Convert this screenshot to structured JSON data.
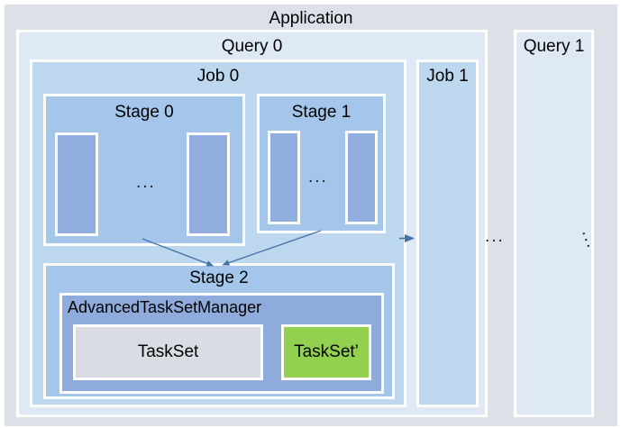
{
  "diagram": {
    "title": "Application",
    "application": {
      "label": "Application",
      "bg": "#dce0e8"
    },
    "queries": [
      {
        "label": "Query 0",
        "bg": "#dfe9f6"
      },
      {
        "label": "Query 1",
        "bg": "#dfe9f6"
      }
    ],
    "jobs": [
      {
        "label": "Job 0",
        "bg": "#bdd7ef"
      },
      {
        "label": "Job 1",
        "bg": "#bdd7ef"
      }
    ],
    "stages": [
      {
        "label": "Stage 0",
        "bg": "#a3c6ea",
        "task_color": "#92aede",
        "tasks_shown": 2,
        "ellipsis": "..."
      },
      {
        "label": "Stage 1",
        "bg": "#a3c6ea",
        "task_color": "#92aede",
        "tasks_shown": 2,
        "ellipsis": "..."
      },
      {
        "label": "Stage 2",
        "bg": "#a3c6ea"
      }
    ],
    "manager": {
      "label": "AdvancedTaskSetManager",
      "bg": "#8fabdc",
      "tasksets": [
        {
          "label": "TaskSet",
          "bg": "#d9dce3",
          "highlight": false
        },
        {
          "label": "TaskSet’",
          "bg": "#92d050",
          "highlight": true
        }
      ]
    },
    "ellipses": {
      "stage0": "...",
      "stage1": "...",
      "job_more": "...",
      "query_more": "..."
    },
    "arrows": {
      "color": "#4472a8",
      "items": [
        {
          "name": "stage0-to-stage2",
          "from": "Stage 0",
          "to": "Stage 2"
        },
        {
          "name": "stage1-to-stage2",
          "from": "Stage 1",
          "to": "Stage 2"
        },
        {
          "name": "job0-to-job1",
          "from": "Job 0",
          "to": "Job 1"
        }
      ]
    }
  }
}
